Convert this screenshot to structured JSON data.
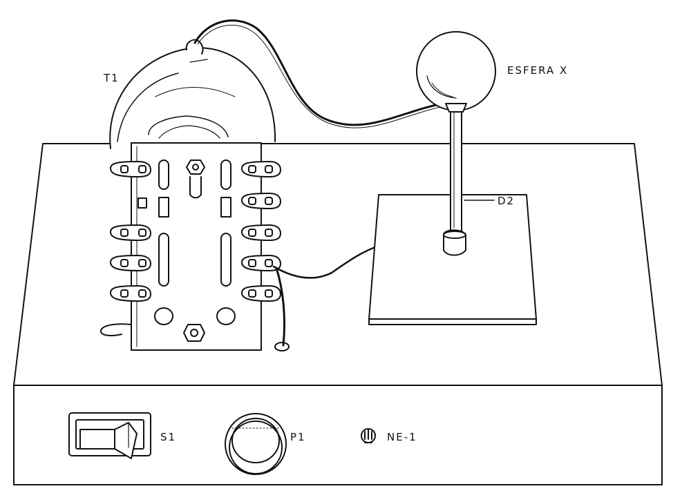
{
  "labels": {
    "t1": "T1",
    "sphere": "ESFERA X",
    "d2": "D2",
    "s1": "S1",
    "p1": "P1",
    "ne1": "NE-1"
  },
  "colors": {
    "ink": "#111111",
    "paper": "#ffffff"
  }
}
